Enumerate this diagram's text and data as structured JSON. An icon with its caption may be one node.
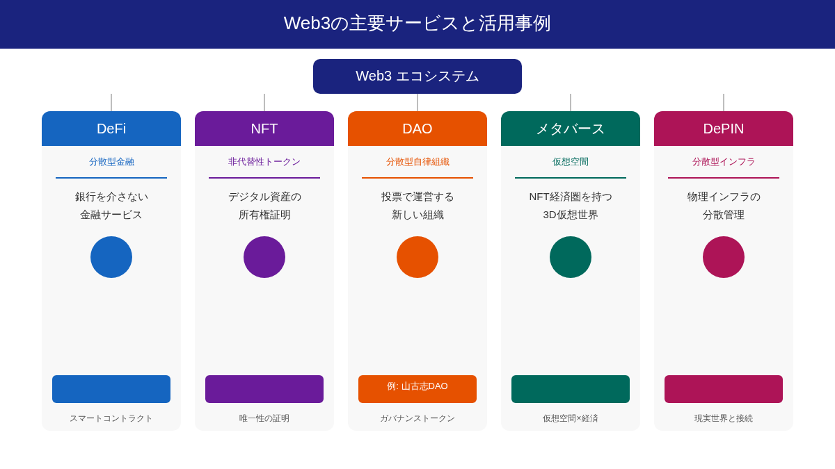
{
  "diagram": {
    "title": "Web3の主要サービスと活用事例",
    "nodes": [
      {
        "text": [
          "Web3 エコシステム"
        ]
      },
      {
        "text": [
          "DeFi",
          "分散型金融",
          "銀行を介さない金融サービス",
          "スマートコントラクト"
        ]
      },
      {
        "text": [],
        "shape": "box",
        "in": 1
      },
      {
        "text": [
          "NFT",
          "非代替性トークン",
          "デジタル資産の所有権証明",
          "唯一性の証明"
        ]
      },
      {
        "text": [],
        "shape": "box",
        "in": 3
      },
      {
        "text": [
          "DAO",
          "分散型自律組織",
          "投票で運営する新しい組織",
          "ガバナンストークン"
        ]
      },
      {
        "text": [
          "例: 山古志DAO"
        ],
        "in": 5
      },
      {
        "text": [
          "メタバース",
          "仮想空間",
          "NFT経済圏を持つ3D仮想世界",
          "仮想空間×経済"
        ]
      },
      {
        "text": [],
        "shape": "box",
        "in": 7
      },
      {
        "text": [
          "DePIN",
          "分散型インフラ",
          "物理インフラの分散管理",
          "現実世界と接続"
        ]
      },
      {
        "text": [],
        "shape": "box",
        "in": 9
      }
    ],
    "edges": [
      {
        "from": null,
        "to": 1,
        "arrow": "none"
      },
      {
        "from": null,
        "to": 3,
        "arrow": "none"
      },
      {
        "from": 0,
        "to": 5,
        "arrow": "none"
      },
      {
        "from": null,
        "to": 7,
        "arrow": "none"
      },
      {
        "from": null,
        "to": 9,
        "arrow": "none"
      }
    ]
  }
}
